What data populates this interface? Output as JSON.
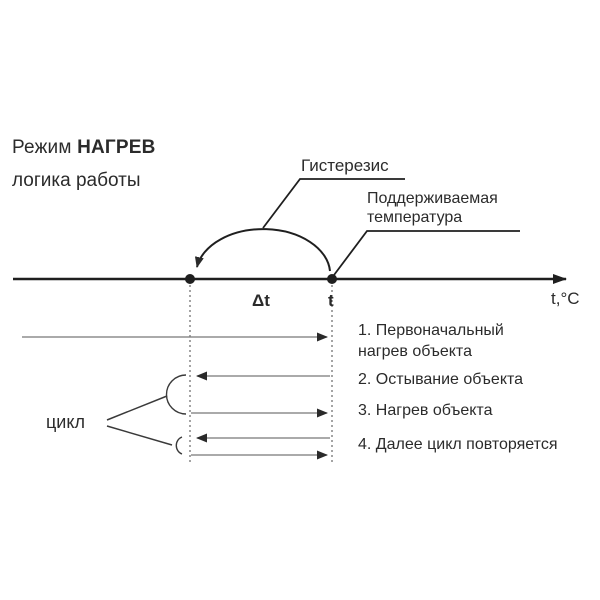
{
  "title": {
    "mode_prefix": "Режим ",
    "mode_name": "НАГРЕВ",
    "subtitle": "логика работы"
  },
  "callouts": {
    "hysteresis": "Гистерезис",
    "maintained_temperature_line1": "Поддерживаемая",
    "maintained_temperature_line2": "температура"
  },
  "axis": {
    "unit_label": "t,°C",
    "hysteresis_delta_label": "Δt",
    "setpoint_label": "t"
  },
  "cycle_label": "цикл",
  "steps": [
    {
      "text": "1. Первоначальный нагрев объекта"
    },
    {
      "text": "2. Остывание объекта"
    },
    {
      "text": "3. Нагрев объекта"
    },
    {
      "text": "4. Далее цикл повторяется"
    }
  ],
  "colors": {
    "ink": "#1f1f1f",
    "thin_line": "#777777",
    "background": "#ffffff"
  }
}
